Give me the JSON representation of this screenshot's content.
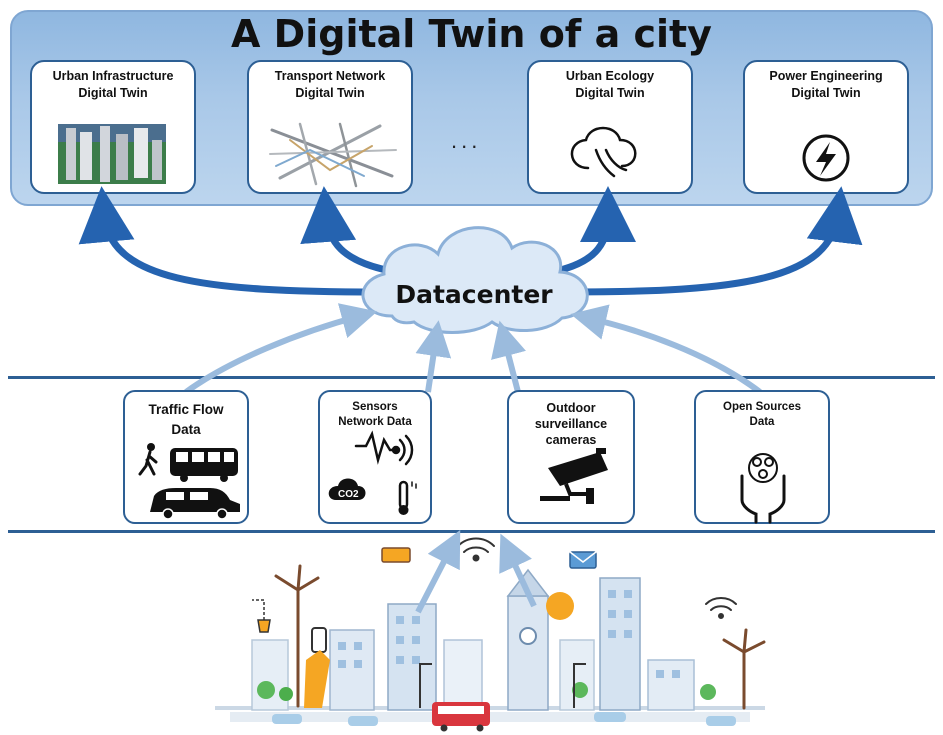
{
  "title": "A Digital Twin of a city",
  "twins": [
    {
      "line1": "Urban Infrastructure",
      "line2": "Digital Twin",
      "icon": "city-buildings-icon"
    },
    {
      "line1": "Transport Network",
      "line2": "Digital Twin",
      "icon": "road-map-icon"
    },
    {
      "line1": "Urban Ecology",
      "line2": "Digital Twin",
      "icon": "weather-cloud-icon"
    },
    {
      "line1": "Power Engineering",
      "line2": "Digital Twin",
      "icon": "lightning-bolt-icon"
    }
  ],
  "ellipsis": "...",
  "datacenter": "Datacenter",
  "sources": [
    {
      "line1": "Traffic Flow",
      "line2": "Data",
      "line3": "",
      "icon": "traffic-icon"
    },
    {
      "line1": "Sensors",
      "line2": "Network Data",
      "line3": "",
      "icon": "sensor-icon"
    },
    {
      "line1": "Outdoor",
      "line2": "surveillance",
      "line3": "cameras",
      "icon": "cctv-camera-icon"
    },
    {
      "line1": "Open Sources",
      "line2": "Data",
      "line3": "",
      "icon": "open-data-hands-icon"
    }
  ],
  "co2_label": "CO2",
  "colors": {
    "panel": "#a9c8e8",
    "card_border": "#2d5f94",
    "arrow_dark": "#2563b0",
    "arrow_light": "#8fb3d8",
    "cloud": "#d9e8f7",
    "city_accent_orange": "#f5a623",
    "city_accent_green": "#5cb85c",
    "city_accent_red": "#d9363e"
  }
}
